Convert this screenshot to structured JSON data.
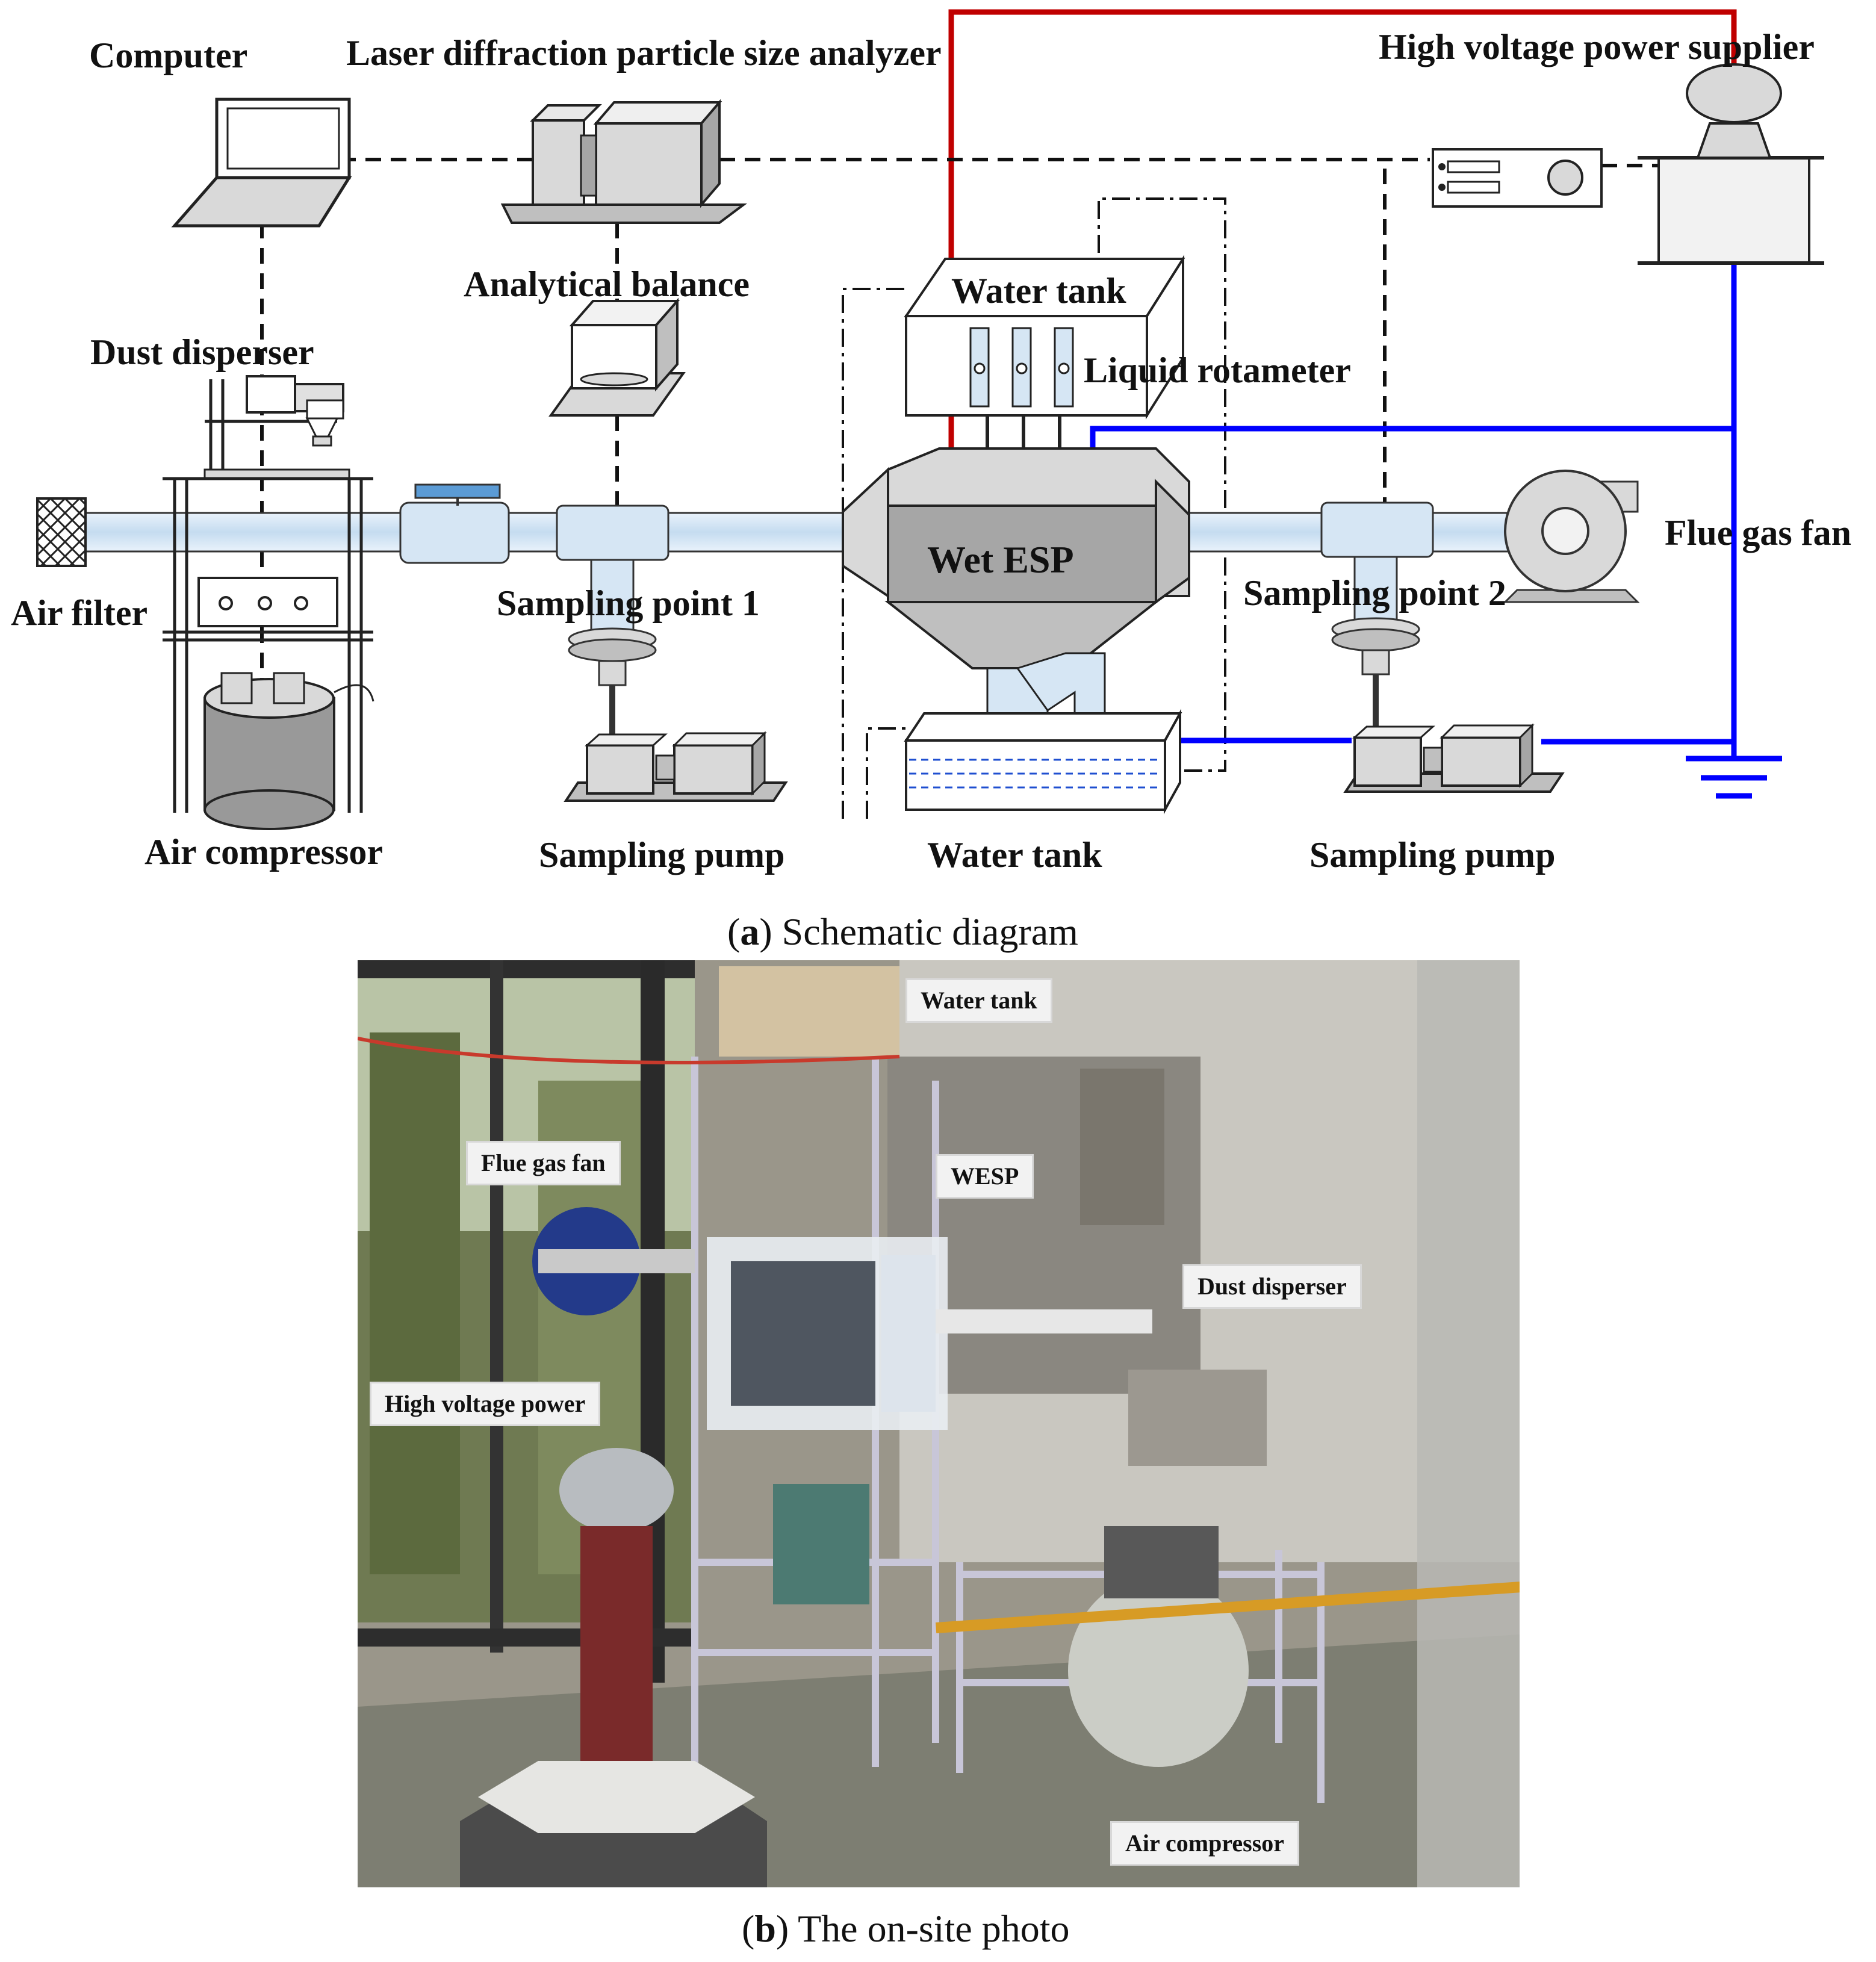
{
  "schematic": {
    "labels": {
      "computer": "Computer",
      "laser_analyzer": "Laser diffraction particle size analyzer",
      "hv_power_supplier": "High voltage power supplier",
      "analytical_balance": "Analytical balance",
      "water_tank_top": "Water tank",
      "dust_disperser": "Dust disperser",
      "liquid_rotameter": "Liquid rotameter",
      "wet_esp": "Wet ESP",
      "flue_gas_fan": "Flue gas fan",
      "air_filter": "Air filter",
      "sampling_point_1": "Sampling point 1",
      "sampling_point_2": "Sampling point 2",
      "air_compressor": "Air compressor",
      "sampling_pump_1": "Sampling pump",
      "water_tank_bottom": "Water tank",
      "sampling_pump_2": "Sampling pump"
    },
    "caption_letter": "a",
    "caption_text": " Schematic diagram",
    "colors": {
      "hv_line": "#c00000",
      "ground_line": "#0000ff",
      "pipe": "#d6e6f4",
      "device": "#bfbfbf"
    }
  },
  "photo": {
    "labels": {
      "water_tank": "Water tank",
      "flue_gas_fan": "Flue gas fan",
      "wesp": "WESP",
      "dust_disperser": "Dust disperser",
      "high_voltage_power": "High voltage power",
      "air_compressor": "Air compressor"
    },
    "caption_letter": "b",
    "caption_text": " The on-site photo"
  }
}
